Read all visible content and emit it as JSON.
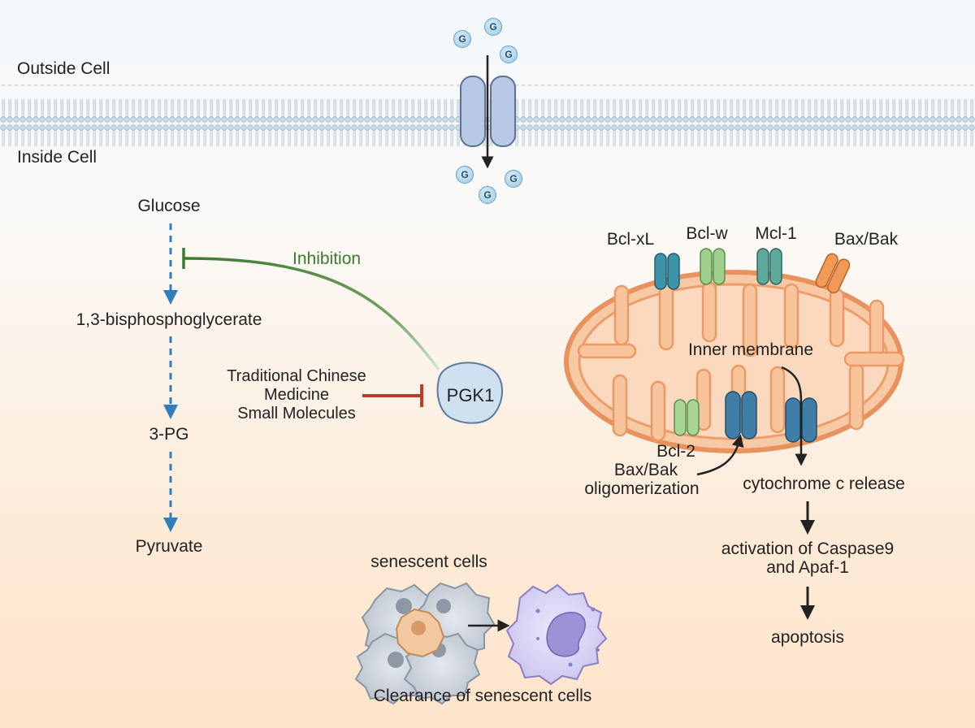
{
  "regions": {
    "outside": "Outside Cell",
    "inside": "Inside Cell"
  },
  "glucose_symbol": "G",
  "glycolysis": {
    "steps": [
      "Glucose",
      "1,3-bisphosphoglycerate",
      "3-PG",
      "Pyruvate"
    ]
  },
  "inhibition_label": "Inhibition",
  "pgk1": {
    "label": "PGK1",
    "inhibitor_lines": [
      "Traditional Chinese",
      "Medicine",
      "Small Molecules"
    ]
  },
  "mitochondrion": {
    "proteins": [
      "Bcl-xL",
      "Bcl-w",
      "Mcl-1",
      "Bax/Bak"
    ],
    "inner_membrane": "Inner membrane",
    "bcl2": "Bcl-2",
    "oligomerization": [
      "Bax/Bak",
      "oligomerization"
    ]
  },
  "cascade": {
    "release": "cytochrome c release",
    "activation": [
      "activation of Caspase9",
      "and Apaf-1"
    ],
    "apoptosis": "apoptosis"
  },
  "senescence": {
    "title": "senescent cells",
    "caption": "Clearance of senescent cells"
  },
  "colors": {
    "dashed_arrow": "#2f7fbf",
    "inhibition": "#4f8f3a",
    "block": "#c0392b",
    "mito_fill": "#f7c9a4",
    "mito_stroke": "#e8935e",
    "bcl_xl": "#3d93a8",
    "bcl_w": "#9fcf8c",
    "mcl1": "#5fa89c",
    "bax_bak": "#f29a55",
    "pore": "#3f7ea6"
  }
}
